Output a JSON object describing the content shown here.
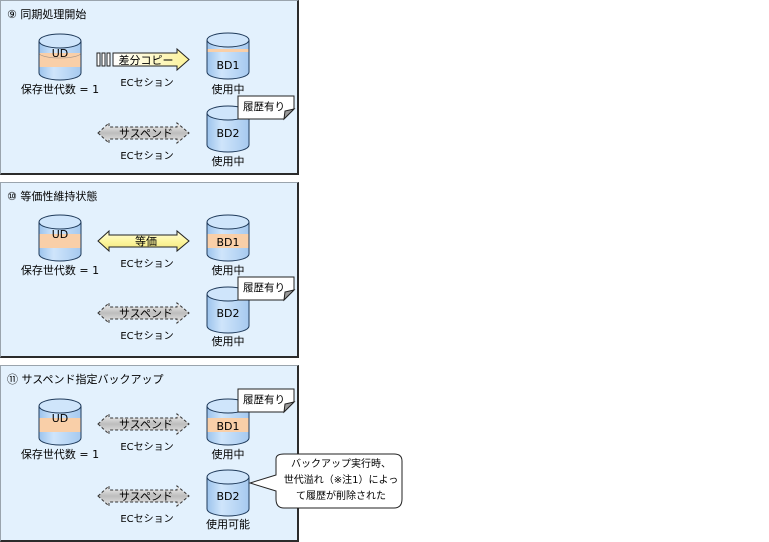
{
  "panels": [
    {
      "title": "⑨ 同期処理開始",
      "ud": {
        "label": "UD",
        "caption": "保存世代数 = 1"
      },
      "bd1": {
        "label": "BD1",
        "status": "使用中"
      },
      "bd2": {
        "label": "BD2",
        "status": "使用中",
        "note": "履歴有り"
      },
      "session_top": {
        "label": "差分コピー",
        "sub": "ECセション",
        "type": "copy"
      },
      "session_bottom": {
        "label": "サスペンド",
        "sub": "ECセション",
        "type": "suspend"
      }
    },
    {
      "title": "⑩ 等価性維持状態",
      "ud": {
        "label": "UD",
        "caption": "保存世代数 = 1"
      },
      "bd1": {
        "label": "BD1",
        "status": "使用中"
      },
      "bd2": {
        "label": "BD2",
        "status": "使用中",
        "note": "履歴有り"
      },
      "session_top": {
        "label": "等価",
        "sub": "ECセション",
        "type": "equivalent"
      },
      "session_bottom": {
        "label": "サスペンド",
        "sub": "ECセション",
        "type": "suspend"
      }
    },
    {
      "title": "⑪ サスペンド指定バックアップ",
      "ud": {
        "label": "UD",
        "caption": "保存世代数 = 1"
      },
      "bd1": {
        "label": "BD1",
        "status": "使用中",
        "note": "履歴有り"
      },
      "bd2": {
        "label": "BD2",
        "status": "使用可能"
      },
      "session_top": {
        "label": "サスペンド",
        "sub": "ECセション",
        "type": "suspend"
      },
      "session_bottom": {
        "label": "サスペンド",
        "sub": "ECセション",
        "type": "suspend"
      },
      "callout": [
        "バックアップ実行時、",
        "世代溢れ（※注1）によっ",
        "て履歴が削除された"
      ]
    }
  ],
  "colors": {
    "panel_bg": "#e3f1fd",
    "disk_blue": "#b8d6f5",
    "disk_orange": "#f9cfa8",
    "copy_arrow": "#fdf7a8",
    "suspend_arrow": "#c9c9c9"
  }
}
